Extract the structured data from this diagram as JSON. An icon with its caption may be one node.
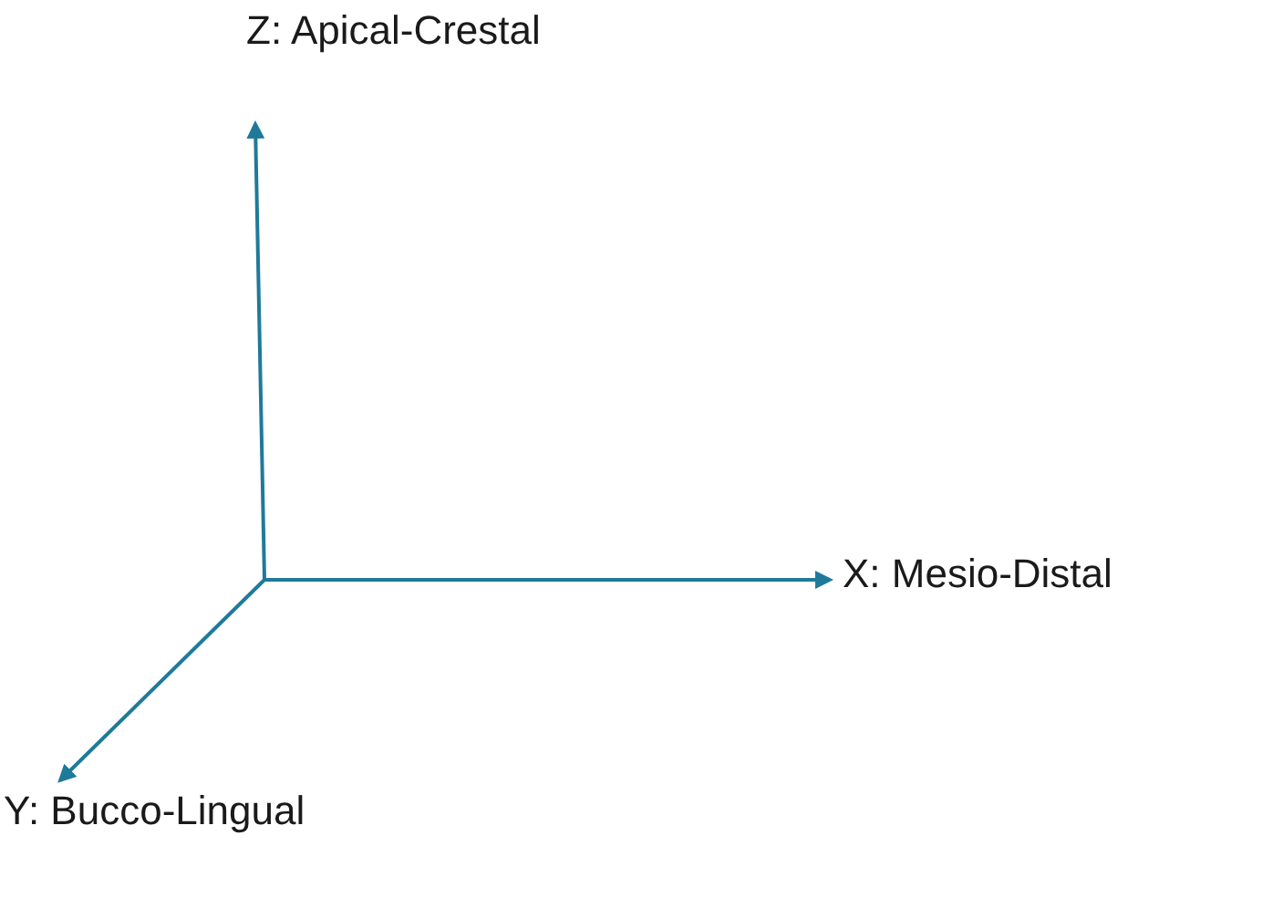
{
  "diagram": {
    "labels": [
      "Z: Apical-Crestal",
      "X: Mesio-Distal",
      "Y: Bucco-Lingual"
    ]
  }
}
